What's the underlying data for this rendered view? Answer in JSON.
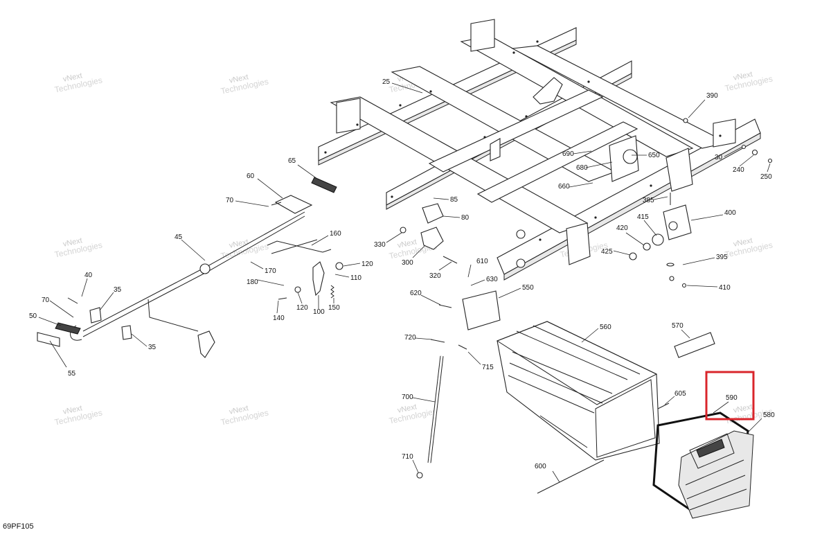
{
  "figure_code": "69PF105",
  "watermark": {
    "line1": "vNext",
    "line2": "Technologies",
    "combined": "vNext Technologies"
  },
  "highlight": {
    "label": "590",
    "color": "#d9252b"
  },
  "callouts": {
    "c25": "25",
    "c30": "30",
    "c35a": "35",
    "c35b": "35",
    "c40": "40",
    "c45": "45",
    "c50": "50",
    "c55": "55",
    "c60": "60",
    "c65": "65",
    "c70a": "70",
    "c70b": "70",
    "c80": "80",
    "c85": "85",
    "c100": "100",
    "c110": "110",
    "c120a": "120",
    "c120b": "120",
    "c140": "140",
    "c150": "150",
    "c160": "160",
    "c170": "170",
    "c180": "180",
    "c240": "240",
    "c250": "250",
    "c300": "300",
    "c320": "320",
    "c330": "330",
    "c385": "385",
    "c390": "390",
    "c395": "395",
    "c400": "400",
    "c410": "410",
    "c415": "415",
    "c420": "420",
    "c425": "425",
    "c550": "550",
    "c560": "560",
    "c570": "570",
    "c580": "580",
    "c590": "590",
    "c600": "600",
    "c605": "605",
    "c610": "610",
    "c620": "620",
    "c630": "630",
    "c650": "650",
    "c660": "660",
    "c680": "680",
    "c690": "690",
    "c700": "700",
    "c710": "710",
    "c715": "715",
    "c720": "720"
  }
}
